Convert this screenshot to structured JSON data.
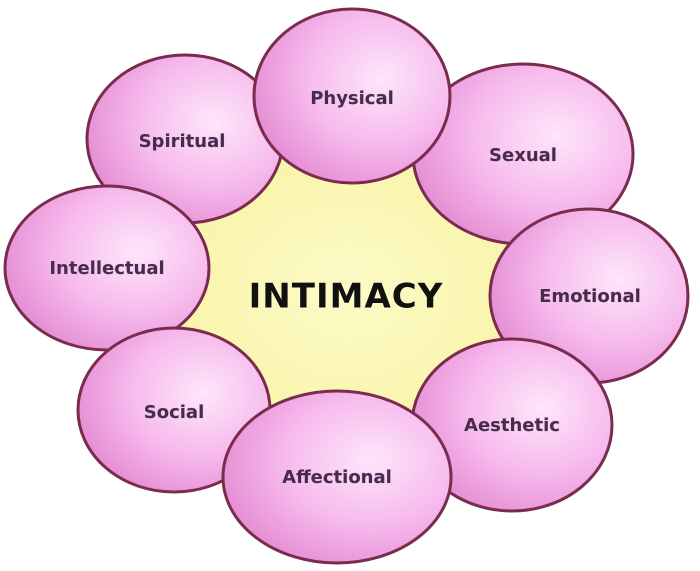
{
  "center": {
    "label": "INTIMACY"
  },
  "petals": [
    {
      "label": "Physical"
    },
    {
      "label": "Spiritual"
    },
    {
      "label": "Sexual"
    },
    {
      "label": "Intellectual"
    },
    {
      "label": "Emotional"
    },
    {
      "label": "Social"
    },
    {
      "label": "Aesthetic"
    },
    {
      "label": "Affectional"
    }
  ],
  "colors": {
    "petal_fill_light": "#fbd3f5",
    "petal_fill_dark": "#e98fd6",
    "petal_stroke": "#7a2c4e",
    "center_fill": "#fdf7b2",
    "center_glow": "#f7f3a0",
    "text": "#4a2a4a"
  }
}
